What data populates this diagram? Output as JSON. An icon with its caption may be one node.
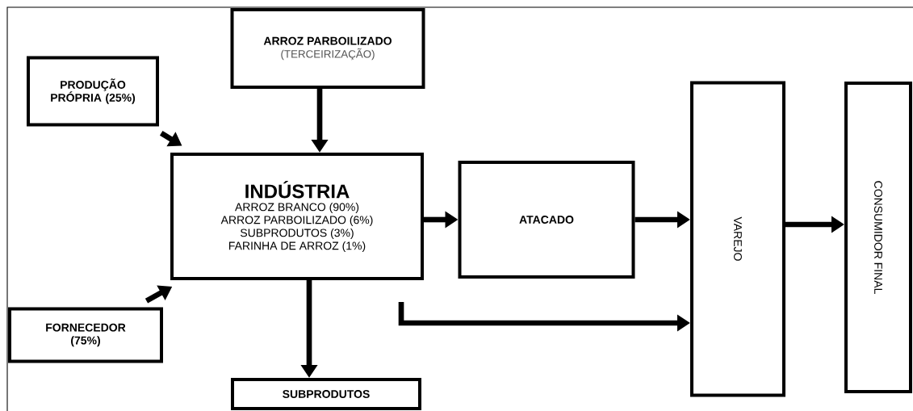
{
  "diagram": {
    "nodes": [
      {
        "text": [
          "ARROZ PARBOILIZADO",
          "(TERCEIRIZAÇÃO)"
        ]
      },
      {
        "text": [
          "PRODUÇÃO PRÓPRIA (25%)"
        ]
      },
      {
        "text": [
          "INDÚSTRIA",
          "ARROZ BRANCO (90%)",
          "ARROZ PARBOILIZADO (6%)",
          "SUBPRODUTOS (3%)",
          "FARINHA DE ARROZ (1%)"
        ]
      },
      {
        "text": [
          "ATACADO"
        ]
      },
      {
        "text": [
          "VAREJO"
        ]
      },
      {
        "text": [
          "CONSUMIDOR FINAL"
        ]
      },
      {
        "text": [
          "FORNECEDOR (75%)"
        ]
      },
      {
        "text": [
          "SUBPRODUTOS"
        ]
      }
    ],
    "edges": [
      {
        "from": 0,
        "to": 2,
        "arrow": "to"
      },
      {
        "from": 1,
        "to": 2,
        "arrow": "to"
      },
      {
        "from": 6,
        "to": 2,
        "arrow": "to"
      },
      {
        "from": 2,
        "to": 3,
        "arrow": "to"
      },
      {
        "from": 3,
        "to": 4,
        "arrow": "to"
      },
      {
        "from": 4,
        "to": 5,
        "arrow": "to"
      },
      {
        "from": 2,
        "to": 7,
        "arrow": "to"
      },
      {
        "from": 2,
        "to": 4,
        "arrow": "to"
      }
    ]
  }
}
